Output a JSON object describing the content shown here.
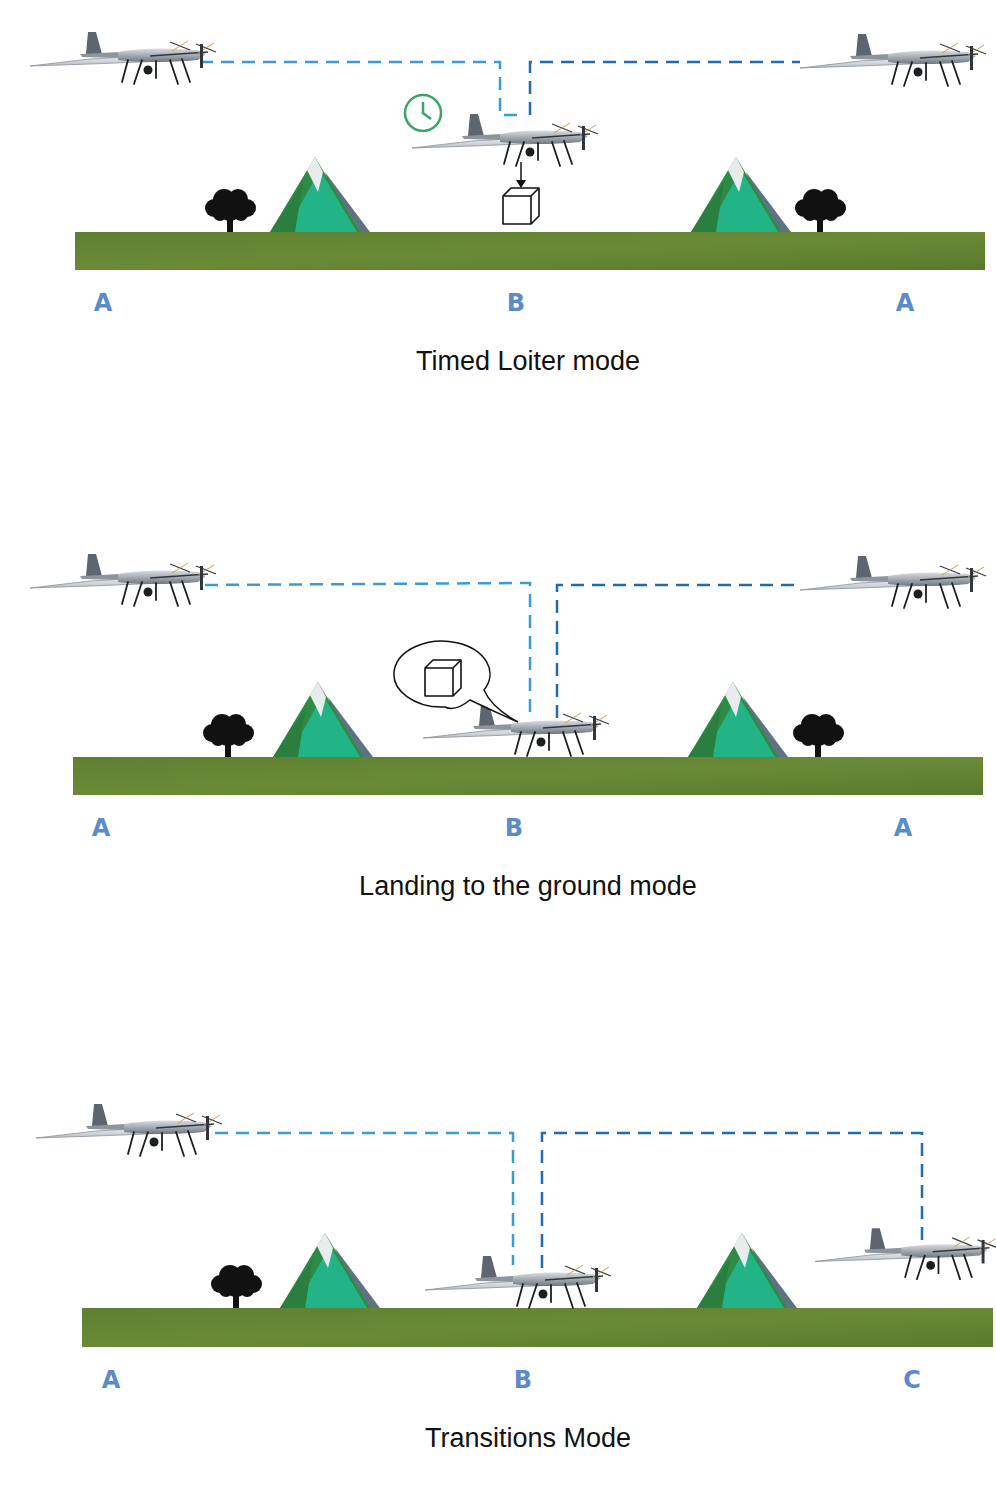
{
  "diagram": {
    "labels": [
      "A",
      "B",
      "A",
      "Timed Loiter mode",
      "A",
      "B",
      "A",
      "Landing to the ground mode",
      "A",
      "B",
      "C",
      "Transitions Mode"
    ]
  }
}
